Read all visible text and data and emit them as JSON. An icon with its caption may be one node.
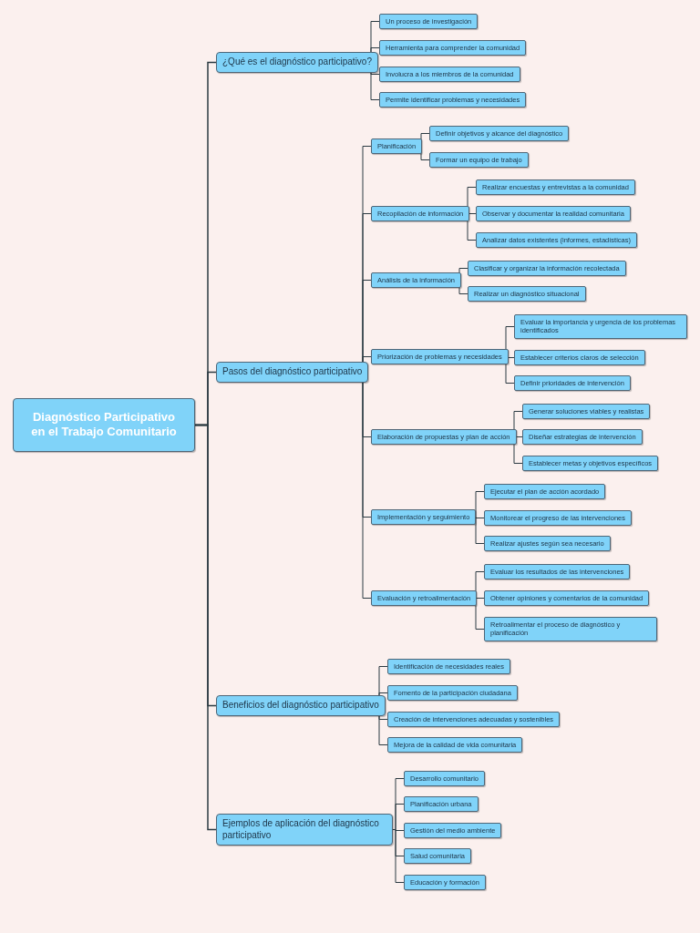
{
  "diagram": {
    "nodes": [
      {
        "text": [
          "Diagnóstico Participativo en el Trabajo Comunitario"
        ]
      },
      {
        "text": [
          "¿Qué es el diagnóstico participativo?"
        ]
      },
      {
        "text": [
          "Un proceso de investigación"
        ]
      },
      {
        "text": [
          "Herramienta para comprender la comunidad"
        ]
      },
      {
        "text": [
          "Involucra a los miembros de la comunidad"
        ]
      },
      {
        "text": [
          "Permite identificar problemas y necesidades"
        ]
      },
      {
        "text": [
          "Pasos del diagnóstico participativo"
        ]
      },
      {
        "text": [
          "Planificación"
        ]
      },
      {
        "text": [
          "Definir objetivos y alcance del diagnóstico"
        ]
      },
      {
        "text": [
          "Formar un equipo de trabajo"
        ]
      },
      {
        "text": [
          "Recopilación de información"
        ]
      },
      {
        "text": [
          "Realizar encuestas y entrevistas a la comunidad"
        ]
      },
      {
        "text": [
          "Observar y documentar la realidad comunitaria"
        ]
      },
      {
        "text": [
          "Analizar datos existentes (informes, estadísticas)"
        ]
      },
      {
        "text": [
          "Análisis de la información"
        ]
      },
      {
        "text": [
          "Clasificar y organizar la información recolectada"
        ]
      },
      {
        "text": [
          "Realizar un diagnóstico situacional"
        ]
      },
      {
        "text": [
          "Priorización de problemas y necesidades"
        ]
      },
      {
        "text": [
          "Evaluar la importancia y urgencia de los problemas identificados"
        ]
      },
      {
        "text": [
          "Establecer criterios claros de selección"
        ]
      },
      {
        "text": [
          "Definir prioridades de intervención"
        ]
      },
      {
        "text": [
          "Elaboración de propuestas y plan de acción"
        ]
      },
      {
        "text": [
          "Generar soluciones viables y realistas"
        ]
      },
      {
        "text": [
          "Diseñar estrategias de intervención"
        ]
      },
      {
        "text": [
          "Establecer metas y objetivos específicos"
        ]
      },
      {
        "text": [
          "Implementación y seguimiento"
        ]
      },
      {
        "text": [
          "Ejecutar el plan de acción acordado"
        ]
      },
      {
        "text": [
          "Monitorear el progreso de las intervenciones"
        ]
      },
      {
        "text": [
          "Realizar ajustes según sea necesario"
        ]
      },
      {
        "text": [
          "Evaluación y retroalimentación"
        ]
      },
      {
        "text": [
          "Evaluar los resultados de las intervenciones"
        ]
      },
      {
        "text": [
          "Obtener opiniones y comentarios de la comunidad"
        ]
      },
      {
        "text": [
          "Retroalimentar el proceso de diagnóstico y planificación"
        ]
      },
      {
        "text": [
          "Beneficios del diagnóstico participativo"
        ]
      },
      {
        "text": [
          "Identificación de necesidades reales"
        ]
      },
      {
        "text": [
          "Fomento de la participación ciudadana"
        ]
      },
      {
        "text": [
          "Creación de intervenciones adecuadas y sostenibles"
        ]
      },
      {
        "text": [
          "Mejora de la calidad de vida comunitaria"
        ]
      },
      {
        "text": [
          "Ejemplos de aplicación del diagnóstico participativo"
        ]
      },
      {
        "text": [
          "Desarrollo comunitario"
        ]
      },
      {
        "text": [
          "Planificación urbana"
        ]
      },
      {
        "text": [
          "Gestión del medio ambiente"
        ]
      },
      {
        "text": [
          "Salud comunitaria"
        ]
      },
      {
        "text": [
          "Educación y formación"
        ]
      }
    ],
    "edges": [
      {
        "from": 0,
        "to": 1,
        "arrow": "none"
      },
      {
        "from": 1,
        "to": 2,
        "arrow": "none"
      },
      {
        "from": 1,
        "to": 3,
        "arrow": "none"
      },
      {
        "from": 1,
        "to": 4,
        "arrow": "none"
      },
      {
        "from": 1,
        "to": 5,
        "arrow": "none"
      },
      {
        "from": 0,
        "to": 6,
        "arrow": "none"
      },
      {
        "from": 6,
        "to": 7,
        "arrow": "none"
      },
      {
        "from": 7,
        "to": 8,
        "arrow": "none"
      },
      {
        "from": 7,
        "to": 9,
        "arrow": "none"
      },
      {
        "from": 6,
        "to": 10,
        "arrow": "none"
      },
      {
        "from": 10,
        "to": 11,
        "arrow": "none"
      },
      {
        "from": 10,
        "to": 12,
        "arrow": "none"
      },
      {
        "from": 10,
        "to": 13,
        "arrow": "none"
      },
      {
        "from": 6,
        "to": 14,
        "arrow": "none"
      },
      {
        "from": 14,
        "to": 15,
        "arrow": "none"
      },
      {
        "from": 14,
        "to": 16,
        "arrow": "none"
      },
      {
        "from": 6,
        "to": 17,
        "arrow": "none"
      },
      {
        "from": 17,
        "to": 18,
        "arrow": "none"
      },
      {
        "from": 17,
        "to": 19,
        "arrow": "none"
      },
      {
        "from": 17,
        "to": 20,
        "arrow": "none"
      },
      {
        "from": 6,
        "to": 21,
        "arrow": "none"
      },
      {
        "from": 21,
        "to": 22,
        "arrow": "none"
      },
      {
        "from": 21,
        "to": 23,
        "arrow": "none"
      },
      {
        "from": 21,
        "to": 24,
        "arrow": "none"
      },
      {
        "from": 6,
        "to": 25,
        "arrow": "none"
      },
      {
        "from": 25,
        "to": 26,
        "arrow": "none"
      },
      {
        "from": 25,
        "to": 27,
        "arrow": "none"
      },
      {
        "from": 25,
        "to": 28,
        "arrow": "none"
      },
      {
        "from": 6,
        "to": 29,
        "arrow": "none"
      },
      {
        "from": 29,
        "to": 30,
        "arrow": "none"
      },
      {
        "from": 29,
        "to": 31,
        "arrow": "none"
      },
      {
        "from": 29,
        "to": 32,
        "arrow": "none"
      },
      {
        "from": 0,
        "to": 33,
        "arrow": "none"
      },
      {
        "from": 33,
        "to": 34,
        "arrow": "none"
      },
      {
        "from": 33,
        "to": 35,
        "arrow": "none"
      },
      {
        "from": 33,
        "to": 36,
        "arrow": "none"
      },
      {
        "from": 33,
        "to": 37,
        "arrow": "none"
      },
      {
        "from": 0,
        "to": 38,
        "arrow": "none"
      },
      {
        "from": 38,
        "to": 39,
        "arrow": "none"
      },
      {
        "from": 38,
        "to": 40,
        "arrow": "none"
      },
      {
        "from": 38,
        "to": 41,
        "arrow": "none"
      },
      {
        "from": 38,
        "to": 42,
        "arrow": "none"
      },
      {
        "from": 38,
        "to": 43,
        "arrow": "none"
      }
    ]
  }
}
